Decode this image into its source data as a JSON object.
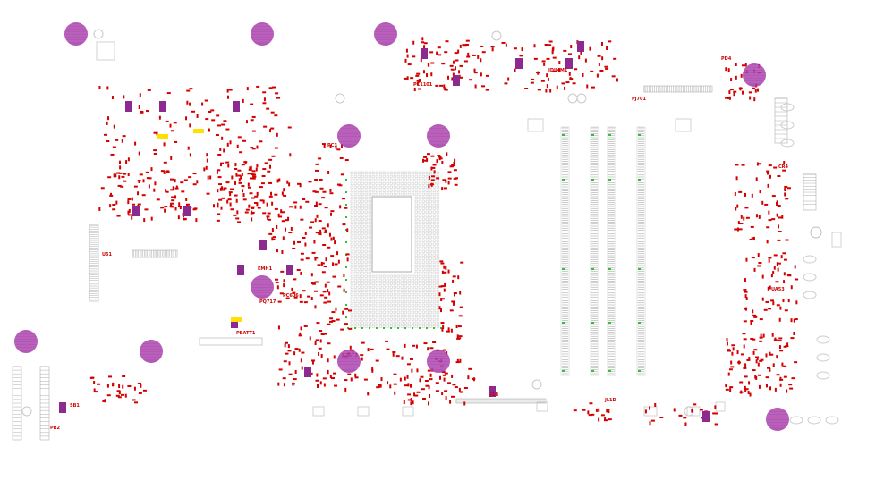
{
  "view": {
    "title": "PCB layout viewer"
  },
  "colors": {
    "background": "#ffffff",
    "component": "#d40000",
    "mounting_hole": "#a43aa8",
    "outline": "#c8c8c8",
    "pad_green": "#2fc22f",
    "highlight": "#ffe000"
  },
  "labels": [
    {
      "text": "PC1101"
    },
    {
      "text": "PBATT1"
    },
    {
      "text": "PQ717"
    },
    {
      "text": "PC606"
    },
    {
      "text": "EMH1"
    },
    {
      "text": "J1B"
    },
    {
      "text": "PD4"
    },
    {
      "text": "JL1D"
    },
    {
      "text": "UA53"
    },
    {
      "text": "PR2"
    },
    {
      "text": "SB1"
    },
    {
      "text": "PJ701"
    },
    {
      "text": "PC3"
    },
    {
      "text": "U51"
    },
    {
      "text": "JDIMM1"
    },
    {
      "text": "CR4"
    }
  ]
}
